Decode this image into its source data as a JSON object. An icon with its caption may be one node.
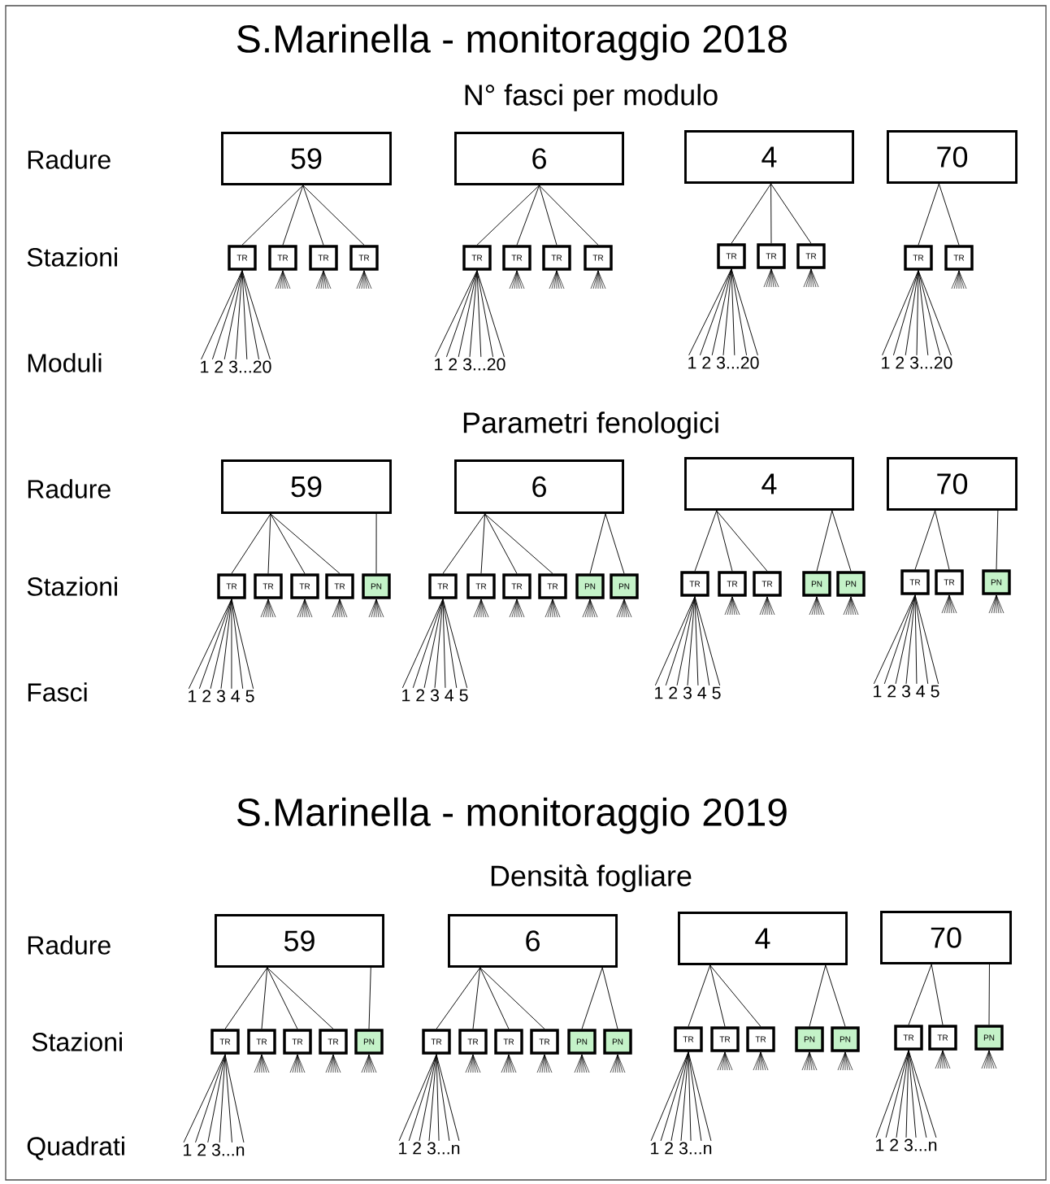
{
  "diagram": {
    "nodes": [
      {
        "text": [
          "59"
        ]
      },
      {
        "text": [
          "6"
        ]
      },
      {
        "text": [
          "4"
        ]
      },
      {
        "text": [
          "70"
        ]
      },
      {
        "text": [
          "TR"
        ]
      },
      {
        "text": [
          "TR"
        ]
      },
      {
        "text": [
          "TR"
        ]
      },
      {
        "text": [
          "TR"
        ]
      },
      {
        "text": [
          "TR"
        ]
      },
      {
        "text": [
          "TR"
        ]
      },
      {
        "text": [
          "TR"
        ]
      },
      {
        "text": [
          "TR"
        ]
      },
      {
        "text": [
          "TR"
        ]
      },
      {
        "text": [
          "TR"
        ]
      },
      {
        "text": [
          "TR"
        ]
      },
      {
        "text": [
          "TR"
        ]
      },
      {
        "text": [
          "TR"
        ]
      },
      {
        "text": [
          "1 2 3...20"
        ]
      },
      {
        "text": [
          "1 2 3...20"
        ]
      },
      {
        "text": [
          "1 2 3...20"
        ]
      },
      {
        "text": [
          "1 2 3...20"
        ]
      },
      {
        "text": [
          "59"
        ]
      },
      {
        "text": [
          "6"
        ]
      },
      {
        "text": [
          "4"
        ]
      },
      {
        "text": [
          "70"
        ]
      },
      {
        "text": [
          "TR"
        ]
      },
      {
        "text": [
          "TR"
        ]
      },
      {
        "text": [
          "TR"
        ]
      },
      {
        "text": [
          "TR"
        ]
      },
      {
        "text": [
          "PN"
        ]
      },
      {
        "text": [
          "TR"
        ]
      },
      {
        "text": [
          "TR"
        ]
      },
      {
        "text": [
          "TR"
        ]
      },
      {
        "text": [
          "TR"
        ]
      },
      {
        "text": [
          "PN"
        ]
      },
      {
        "text": [
          "PN"
        ]
      },
      {
        "text": [
          "TR"
        ]
      },
      {
        "text": [
          "TR"
        ]
      },
      {
        "text": [
          "TR"
        ]
      },
      {
        "text": [
          "PN"
        ]
      },
      {
        "text": [
          "PN"
        ]
      },
      {
        "text": [
          "TR"
        ]
      },
      {
        "text": [
          "TR"
        ]
      },
      {
        "text": [
          "PN"
        ]
      },
      {
        "text": [
          "1 2 3 4 5"
        ]
      },
      {
        "text": [
          "1 2 3 4 5"
        ]
      },
      {
        "text": [
          "1 2 3 4 5"
        ]
      },
      {
        "text": [
          "1 2 3 4 5"
        ]
      },
      {
        "text": [
          "59"
        ]
      },
      {
        "text": [
          "6"
        ]
      },
      {
        "text": [
          "4"
        ]
      },
      {
        "text": [
          "70"
        ]
      },
      {
        "text": [
          "TR"
        ]
      },
      {
        "text": [
          "TR"
        ]
      },
      {
        "text": [
          "TR"
        ]
      },
      {
        "text": [
          "TR"
        ]
      },
      {
        "text": [
          "PN"
        ]
      },
      {
        "text": [
          "TR"
        ]
      },
      {
        "text": [
          "TR"
        ]
      },
      {
        "text": [
          "TR"
        ]
      },
      {
        "text": [
          "TR"
        ]
      },
      {
        "text": [
          "PN"
        ]
      },
      {
        "text": [
          "PN"
        ]
      },
      {
        "text": [
          "TR"
        ]
      },
      {
        "text": [
          "TR"
        ]
      },
      {
        "text": [
          "TR"
        ]
      },
      {
        "text": [
          "PN"
        ]
      },
      {
        "text": [
          "PN"
        ]
      },
      {
        "text": [
          "TR"
        ]
      },
      {
        "text": [
          "TR"
        ]
      },
      {
        "text": [
          "PN"
        ]
      },
      {
        "text": [
          "1 2 3...n"
        ]
      },
      {
        "text": [
          "1 2 3...n"
        ]
      },
      {
        "text": [
          "1 2 3...n"
        ]
      },
      {
        "text": [
          "1 2 3...n"
        ]
      }
    ],
    "edges": [
      {
        "from": 0,
        "to": 4,
        "arrow": "none"
      },
      {
        "from": 0,
        "to": 5,
        "arrow": "none"
      },
      {
        "from": 0,
        "to": 6,
        "arrow": "none"
      },
      {
        "from": 0,
        "to": 7,
        "arrow": "none"
      },
      {
        "from": 4,
        "to": 17,
        "arrow": "none"
      },
      {
        "from": 1,
        "to": 8,
        "arrow": "none"
      },
      {
        "from": 1,
        "to": 9,
        "arrow": "none"
      },
      {
        "from": 1,
        "to": 10,
        "arrow": "none"
      },
      {
        "from": 1,
        "to": 11,
        "arrow": "none"
      },
      {
        "from": 8,
        "to": 18,
        "arrow": "none"
      },
      {
        "from": 2,
        "to": 12,
        "arrow": "none"
      },
      {
        "from": 2,
        "to": 13,
        "arrow": "none"
      },
      {
        "from": 2,
        "to": 14,
        "arrow": "none"
      },
      {
        "from": 12,
        "to": 19,
        "arrow": "none"
      },
      {
        "from": 3,
        "to": 15,
        "arrow": "none"
      },
      {
        "from": 3,
        "to": 16,
        "arrow": "none"
      },
      {
        "from": 15,
        "to": 20,
        "arrow": "none"
      },
      {
        "from": 21,
        "to": 25,
        "arrow": "none"
      },
      {
        "from": 21,
        "to": 26,
        "arrow": "none"
      },
      {
        "from": 21,
        "to": 27,
        "arrow": "none"
      },
      {
        "from": 21,
        "to": 28,
        "arrow": "none"
      },
      {
        "from": 21,
        "to": 29,
        "arrow": "none"
      },
      {
        "from": 25,
        "to": 44,
        "arrow": "none"
      },
      {
        "from": 22,
        "to": 30,
        "arrow": "none"
      },
      {
        "from": 22,
        "to": 31,
        "arrow": "none"
      },
      {
        "from": 22,
        "to": 32,
        "arrow": "none"
      },
      {
        "from": 22,
        "to": 33,
        "arrow": "none"
      },
      {
        "from": 22,
        "to": 34,
        "arrow": "none"
      },
      {
        "from": 22,
        "to": 35,
        "arrow": "none"
      },
      {
        "from": 30,
        "to": 45,
        "arrow": "none"
      },
      {
        "from": 23,
        "to": 36,
        "arrow": "none"
      },
      {
        "from": 23,
        "to": 37,
        "arrow": "none"
      },
      {
        "from": 23,
        "to": 38,
        "arrow": "none"
      },
      {
        "from": 23,
        "to": 39,
        "arrow": "none"
      },
      {
        "from": 23,
        "to": 40,
        "arrow": "none"
      },
      {
        "from": 36,
        "to": 46,
        "arrow": "none"
      },
      {
        "from": 24,
        "to": 41,
        "arrow": "none"
      },
      {
        "from": 24,
        "to": 42,
        "arrow": "none"
      },
      {
        "from": 24,
        "to": 43,
        "arrow": "none"
      },
      {
        "from": 41,
        "to": 47,
        "arrow": "none"
      },
      {
        "from": 48,
        "to": 52,
        "arrow": "none"
      },
      {
        "from": 48,
        "to": 53,
        "arrow": "none"
      },
      {
        "from": 48,
        "to": 54,
        "arrow": "none"
      },
      {
        "from": 48,
        "to": 55,
        "arrow": "none"
      },
      {
        "from": 48,
        "to": 56,
        "arrow": "none"
      },
      {
        "from": 52,
        "to": 71,
        "arrow": "none"
      },
      {
        "from": 49,
        "to": 57,
        "arrow": "none"
      },
      {
        "from": 49,
        "to": 58,
        "arrow": "none"
      },
      {
        "from": 49,
        "to": 59,
        "arrow": "none"
      },
      {
        "from": 49,
        "to": 60,
        "arrow": "none"
      },
      {
        "from": 49,
        "to": 61,
        "arrow": "none"
      },
      {
        "from": 49,
        "to": 62,
        "arrow": "none"
      },
      {
        "from": 57,
        "to": 72,
        "arrow": "none"
      },
      {
        "from": 50,
        "to": 63,
        "arrow": "none"
      },
      {
        "from": 50,
        "to": 64,
        "arrow": "none"
      },
      {
        "from": 50,
        "to": 65,
        "arrow": "none"
      },
      {
        "from": 50,
        "to": 66,
        "arrow": "none"
      },
      {
        "from": 50,
        "to": 67,
        "arrow": "none"
      },
      {
        "from": 63,
        "to": 73,
        "arrow": "none"
      },
      {
        "from": 51,
        "to": 68,
        "arrow": "none"
      },
      {
        "from": 51,
        "to": 69,
        "arrow": "none"
      },
      {
        "from": 51,
        "to": 70,
        "arrow": "none"
      },
      {
        "from": 68,
        "to": 74,
        "arrow": "none"
      }
    ],
    "labels": [
      "S.Marinella - monitoraggio 2018",
      "N° fasci per modulo",
      "Radure",
      "Stazioni",
      "Moduli",
      "Parametri fenologici",
      "Radure",
      "Stazioni",
      "Fasci",
      "S.Marinella - monitoraggio 2019",
      "Densità fogliare",
      "Radure",
      "Stazioni",
      "Quadrati"
    ]
  }
}
